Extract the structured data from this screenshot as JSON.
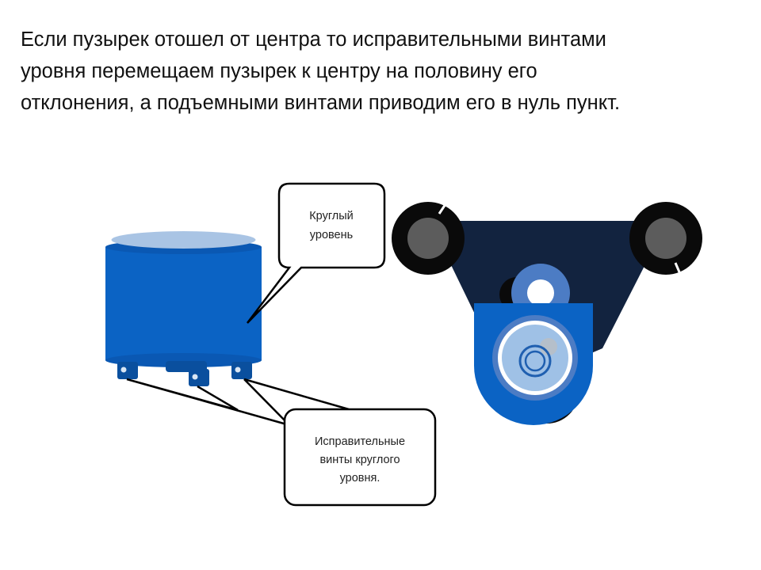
{
  "heading": {
    "lines": [
      "Если пузырек отошел от центра то исправительными винтами",
      "уровня перемещаем пузырек к центру на половину его",
      "отклонения, а подъемными винтами приводим его в нуль пункт."
    ]
  },
  "callouts": {
    "level": {
      "lines": [
        "Круглый",
        "уровень"
      ]
    },
    "screws": {
      "lines": [
        "Исправительные",
        "винты круглого",
        "уровня."
      ]
    }
  },
  "colors": {
    "cylinder_blue": "#0b63c4",
    "cylinder_dark": "#0a4f9e",
    "top_light": "#a9c4e4",
    "base_navy": "#12233f",
    "knob_black": "#0a0a0a",
    "knob_grey": "#5c5c5c",
    "vial_light": "#9fc1e6"
  }
}
